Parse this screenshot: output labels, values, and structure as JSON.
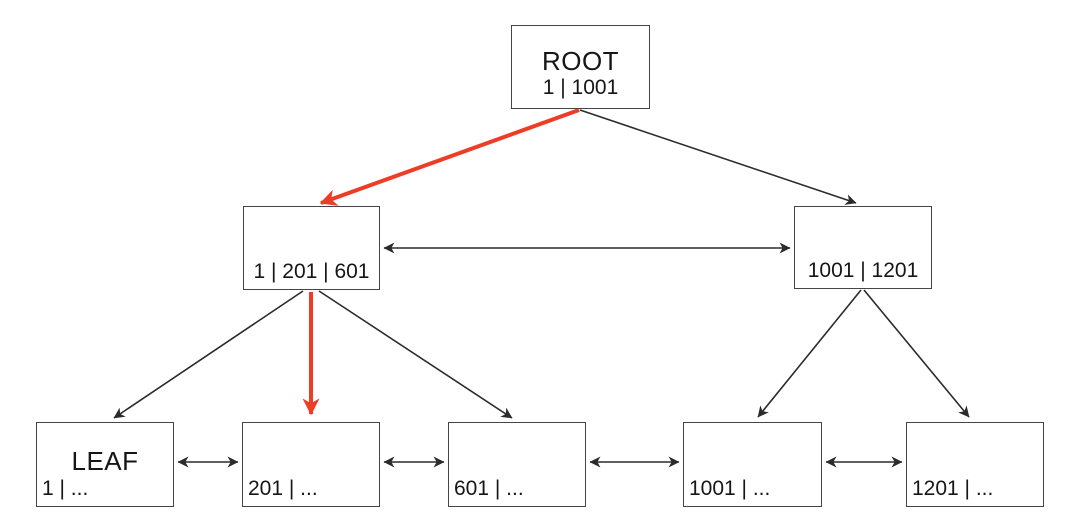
{
  "nodes": {
    "root": {
      "title": "ROOT",
      "keys": "1 | 1001"
    },
    "internal_left": {
      "keys": "1 | 201 | 601"
    },
    "internal_right": {
      "keys": "1001 | 1201"
    },
    "leaf_1": {
      "title": "LEAF",
      "keys": "1 | ..."
    },
    "leaf_2": {
      "keys": "201 | ..."
    },
    "leaf_3": {
      "keys": "601 | ..."
    },
    "leaf_4": {
      "keys": "1001 | ..."
    },
    "leaf_5": {
      "keys": "1201 | ..."
    }
  },
  "colors": {
    "highlight": "#ee3d26",
    "line": "#2b2b2b"
  }
}
